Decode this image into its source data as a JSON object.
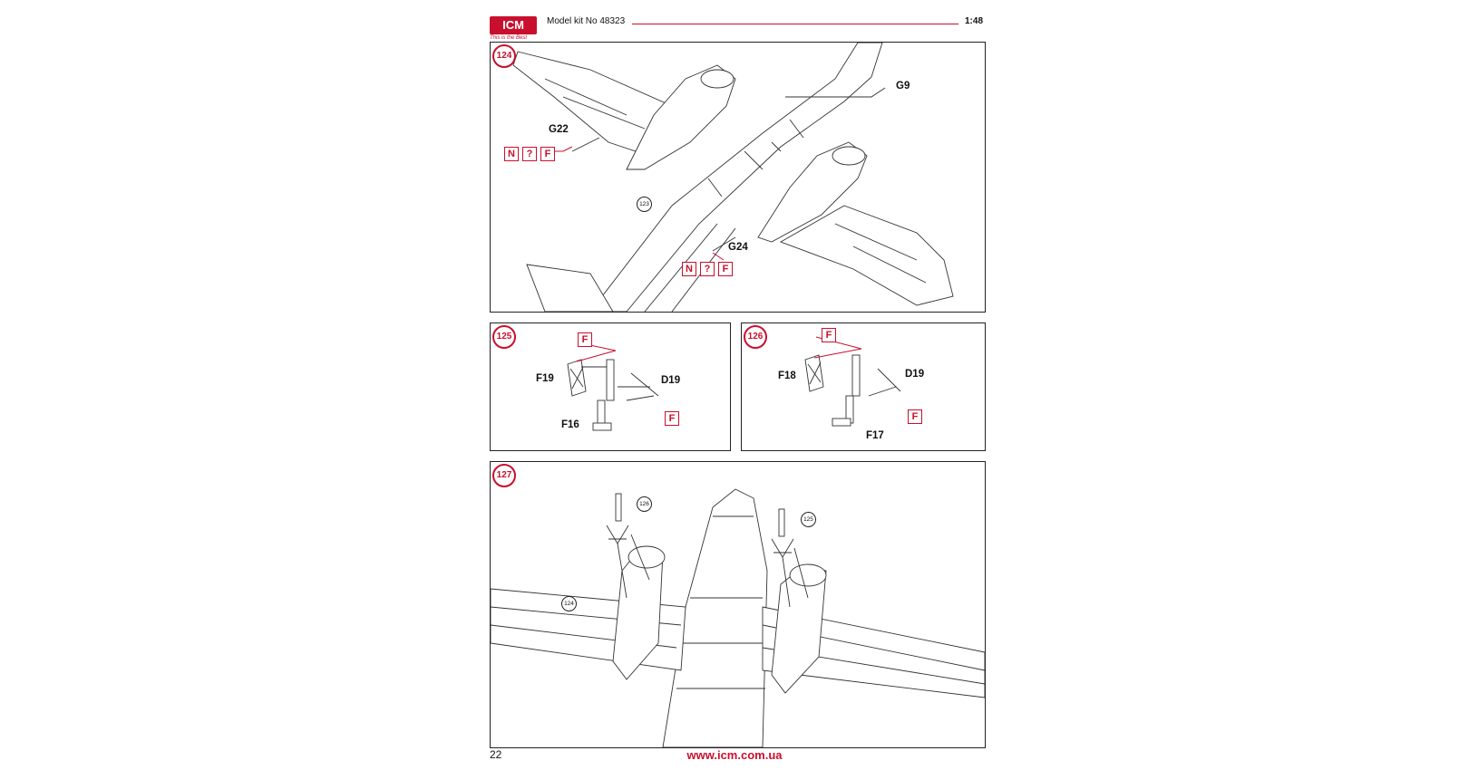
{
  "header": {
    "logo_text": "ICM",
    "logo_tagline": "This is the Best",
    "title": "Model kit No 48323",
    "scale": "1:48"
  },
  "steps": {
    "s124": {
      "number": "124",
      "parts": {
        "g9": "G9",
        "g22": "G22",
        "g24": "G24"
      },
      "ref_step": "123",
      "tags_left": [
        "N",
        "?",
        "F"
      ],
      "tags_right": [
        "N",
        "?",
        "F"
      ]
    },
    "s125": {
      "number": "125",
      "parts": {
        "f19": "F19",
        "d19": "D19",
        "f16": "F16"
      },
      "tags": [
        "F",
        "F"
      ]
    },
    "s126": {
      "number": "126",
      "parts": {
        "f18": "F18",
        "d19": "D19",
        "f17": "F17"
      },
      "tags": [
        "F",
        "F"
      ]
    },
    "s127": {
      "number": "127",
      "refs": [
        "126",
        "125",
        "124"
      ]
    }
  },
  "footer": {
    "page_number": "22",
    "url": "www.icm.com.ua"
  },
  "colors": {
    "accent": "#c8102e",
    "line": "#222222"
  }
}
